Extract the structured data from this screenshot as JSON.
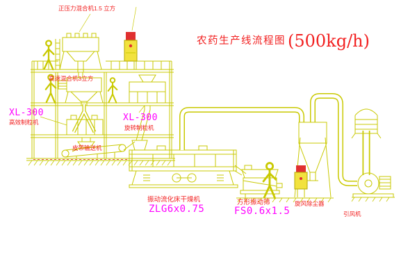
{
  "diagram": {
    "title": {
      "name": "农药生产线流程图",
      "capacity": "(500kg/h)"
    },
    "labels": {
      "top_mixer": "正压力混合机1.5 立方",
      "high_speed_mixer": "高速混合机3立方",
      "granulator_left_model": "XL-300",
      "granulator_left_name": "高效制粒机",
      "granulator_right_model": "XL-300",
      "granulator_right_name": "旋转制粒机",
      "belt_conveyor": "皮带输送机",
      "dryer_name": "振动流化床干燥机",
      "dryer_model": "ZLG6x0.75",
      "sieve_name": "方形振动筛",
      "sieve_model": "FS0.6x1.5",
      "cyclone": "旋风除尘器",
      "induced_draft_fan": "引风机"
    },
    "colors": {
      "line_yellow": "#c9c900",
      "label_red": "#f22020",
      "model_magenta": "#ff00ff",
      "cabinet_yellow": "#f2e23e",
      "cabinet_red": "#e03030",
      "background": "#ffffff"
    }
  }
}
